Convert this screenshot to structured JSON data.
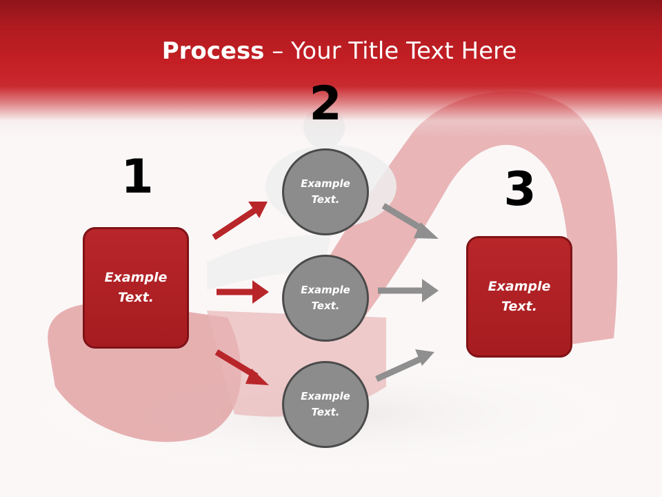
{
  "title": {
    "bold": "Process",
    "rest": " – Your Title Text Here"
  },
  "steps": {
    "one": "1",
    "two": "2",
    "three": "3"
  },
  "left_box": {
    "text": "Example\nText."
  },
  "circles": [
    {
      "text": "Example\nText."
    },
    {
      "text": "Example\nText."
    },
    {
      "text": "Example\nText."
    }
  ],
  "right_box": {
    "text": "Example\nText."
  },
  "colors": {
    "header_red": "#c41f24",
    "box_red": "#b01f23",
    "circle_gray": "#8c8c8c",
    "arrow_red": "#b8262a",
    "arrow_gray": "#8f8f8f"
  }
}
